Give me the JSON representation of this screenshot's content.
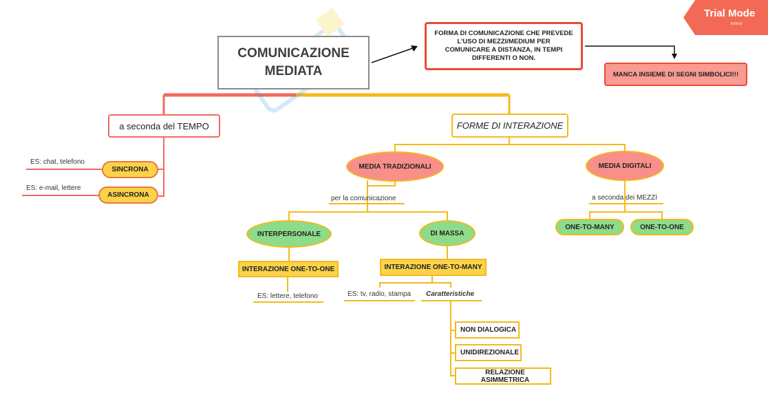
{
  "root": {
    "title": "COMUNICAZIONE\nMEDIATA"
  },
  "definition_note": "FORMA DI COMUNICAZIONE CHE PREVEDE\nL'USO DI MEZZI/MEDIUM PER\nCOMUNICARE A DISTANZA, IN TEMPI\nDIFFERENTI O NON.",
  "missing_note": "MANCA INSIEME DI SEGNI SIMBOLICI!!!",
  "trial": {
    "title": "Trial Mode",
    "brand": "XMind"
  },
  "left_branch": {
    "title": "a seconda del TEMPO",
    "sync": {
      "label": "SINCRONA",
      "example": "ES: chat, telefono"
    },
    "async": {
      "label": "ASINCRONA",
      "example": "ES: e-mail, lettere"
    }
  },
  "right_branch": {
    "title": "FORME DI INTERAZIONE",
    "traditional": {
      "label": "MEDIA TRADIZIONALI",
      "sub_label": "per la comunicazione",
      "interpersonal": {
        "label": "INTERPERSONALE",
        "interaction": "INTERAZIONE ONE-TO-ONE",
        "example": "ES: lettere, telefono"
      },
      "mass": {
        "label": "DI MASSA",
        "interaction": "INTERAZIONE ONE-TO-MANY",
        "example": "ES: tv, radio, stampa",
        "features_label": "Caratteristiche",
        "features": [
          "NON DIALOGICA",
          "UNIDIREZIONALE",
          "RELAZIONE ASIMMETRICA"
        ]
      }
    },
    "digital": {
      "label": "MEDIA DIGITALI",
      "sub_label": "a seconda dei MEZZI",
      "options": [
        "ONE-TO-MANY",
        "ONE-TO-ONE"
      ]
    }
  },
  "colors": {
    "red": "#f06a5f",
    "yellow": "#f5b91a",
    "pill_yellow": "#fbd24a",
    "green": "#8ddc8b",
    "pink": "#f88f8a"
  }
}
